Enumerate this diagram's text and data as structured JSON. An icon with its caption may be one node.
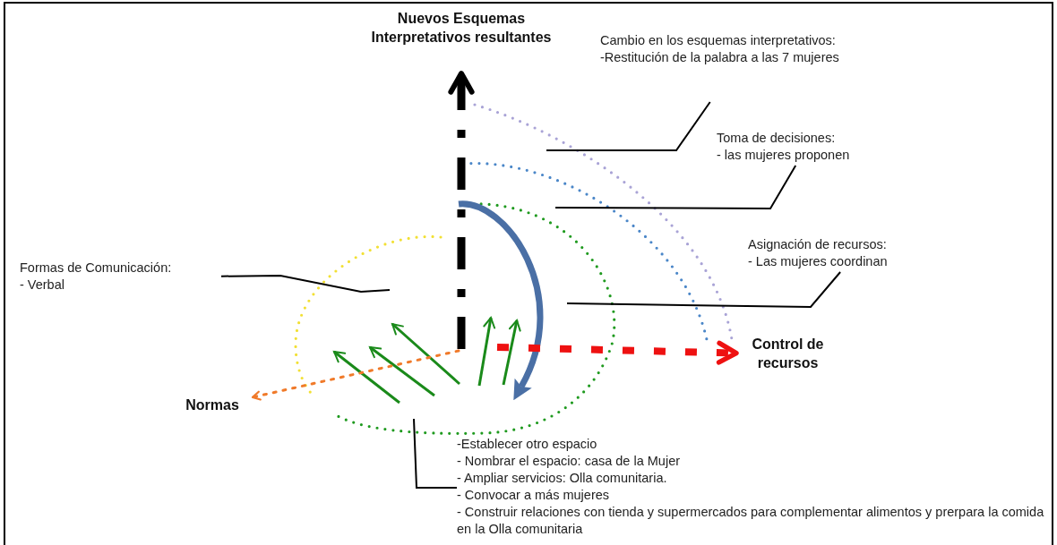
{
  "diagram": {
    "nodes": [
      {
        "text": [
          "Nuevos Esquemas Interpretativos resultantes"
        ]
      },
      {
        "text": [
          "Control de recursos"
        ]
      },
      {
        "text": [
          "Normas"
        ]
      },
      {
        "text": [
          "Cambio en los esquemas interpretativos:",
          "-Restitución de la palabra a las 7 mujeres"
        ]
      },
      {
        "text": [
          "Toma de decisiones:",
          "- las mujeres proponen"
        ]
      },
      {
        "text": [
          "Asignación de recursos:",
          "- Las mujeres coordinan"
        ]
      },
      {
        "text": [
          "Formas de Comunicación:",
          "- Verbal"
        ]
      },
      {
        "text": [
          "-Establecer otro espacio",
          "- Nombrar el espacio: casa de la Mujer",
          "- Ampliar servicios: Olla comunitaria.",
          "- Convocar a más mujeres",
          "- Construir relaciones con tienda y supermercados para complementar alimentos y prerpara la comida en la Olla comunitaria"
        ]
      }
    ],
    "edges": [
      {
        "from": null,
        "to": 0,
        "arrow": "to",
        "style": "dashed"
      },
      {
        "from": null,
        "to": 1,
        "arrow": "to",
        "style": "dashed",
        "color": "#ee1111"
      },
      {
        "from": null,
        "to": 2,
        "arrow": "to",
        "style": "dashed",
        "color": "#f07a2a"
      },
      {
        "from": 3,
        "to": null,
        "arrow": "none"
      },
      {
        "from": 4,
        "to": null,
        "arrow": "none"
      },
      {
        "from": 5,
        "to": null,
        "arrow": "none"
      },
      {
        "from": 6,
        "to": null,
        "arrow": "none"
      },
      {
        "from": 7,
        "to": null,
        "arrow": "none"
      }
    ]
  }
}
